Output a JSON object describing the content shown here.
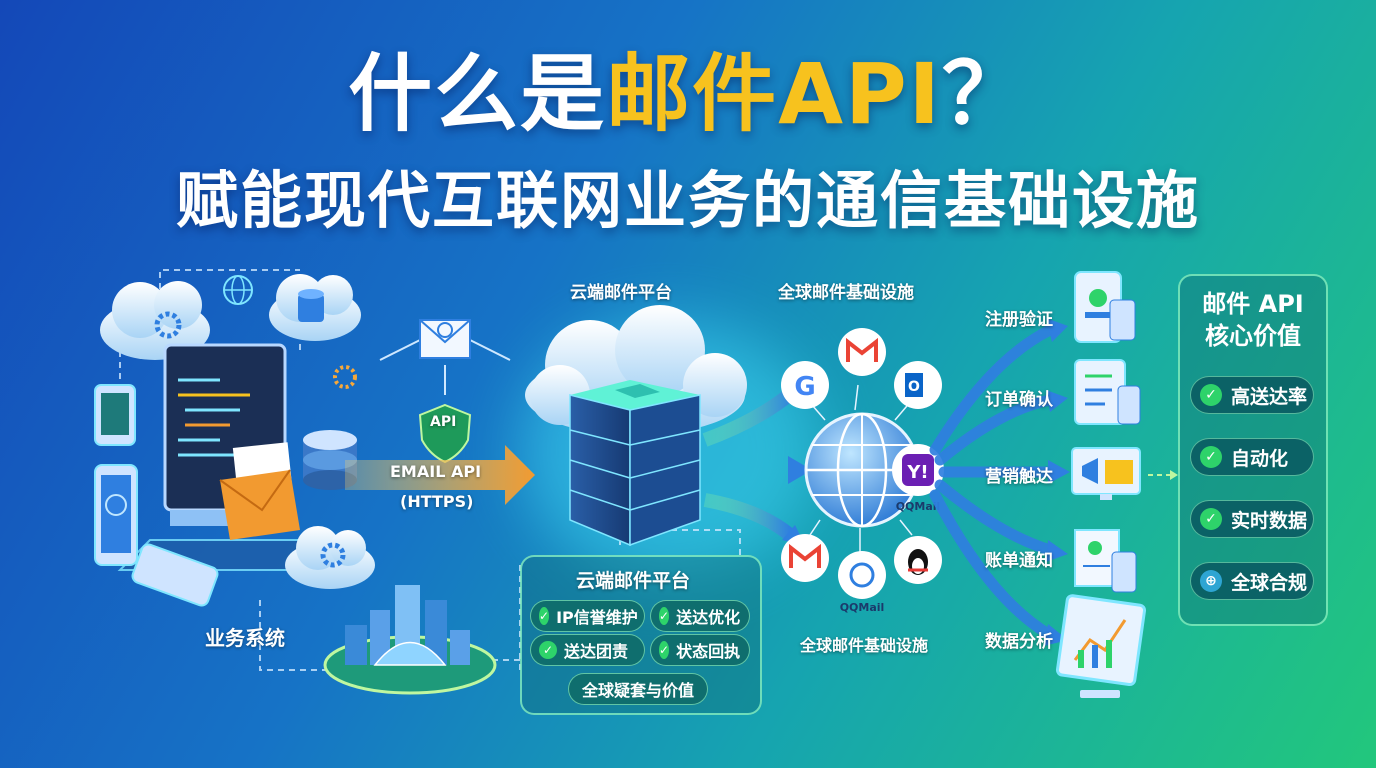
{
  "title": {
    "line1_prefix": "什么是",
    "line1_highlight": "邮件API",
    "line1_suffix": "？",
    "line2": "赋能现代互联网业务的通信基础设施"
  },
  "left": {
    "label": "业务系统"
  },
  "api": {
    "badge": "API",
    "arrow_line1": "EMAIL API",
    "arrow_line2": "(HTTPS)"
  },
  "cloud_platform": {
    "top_label": "云端邮件平台",
    "panel_title": "云端邮件平台",
    "features": [
      "IP信誉维护",
      "送达优化",
      "送达团责",
      "状态回执"
    ],
    "footer": "全球疑套与价值"
  },
  "global": {
    "top_label": "全球邮件基础设施",
    "bottom_label": "全球邮件基础设施",
    "provider_text_1": "QQMail",
    "provider_text_2": "QQMail"
  },
  "use_cases": [
    "注册验证",
    "订单确认",
    "营销触达",
    "账单通知",
    "数据分析"
  ],
  "value_panel": {
    "title_line1": "邮件 API",
    "title_line2": "核心价值",
    "items": [
      "高送达率",
      "自动化",
      "实时数据",
      "全球合规"
    ]
  },
  "colors": {
    "highlight": "#f7c21e",
    "check_green": "#2ed36a",
    "arrow_orange": "#f29a30",
    "arrow_blue": "#2f7fe0"
  }
}
